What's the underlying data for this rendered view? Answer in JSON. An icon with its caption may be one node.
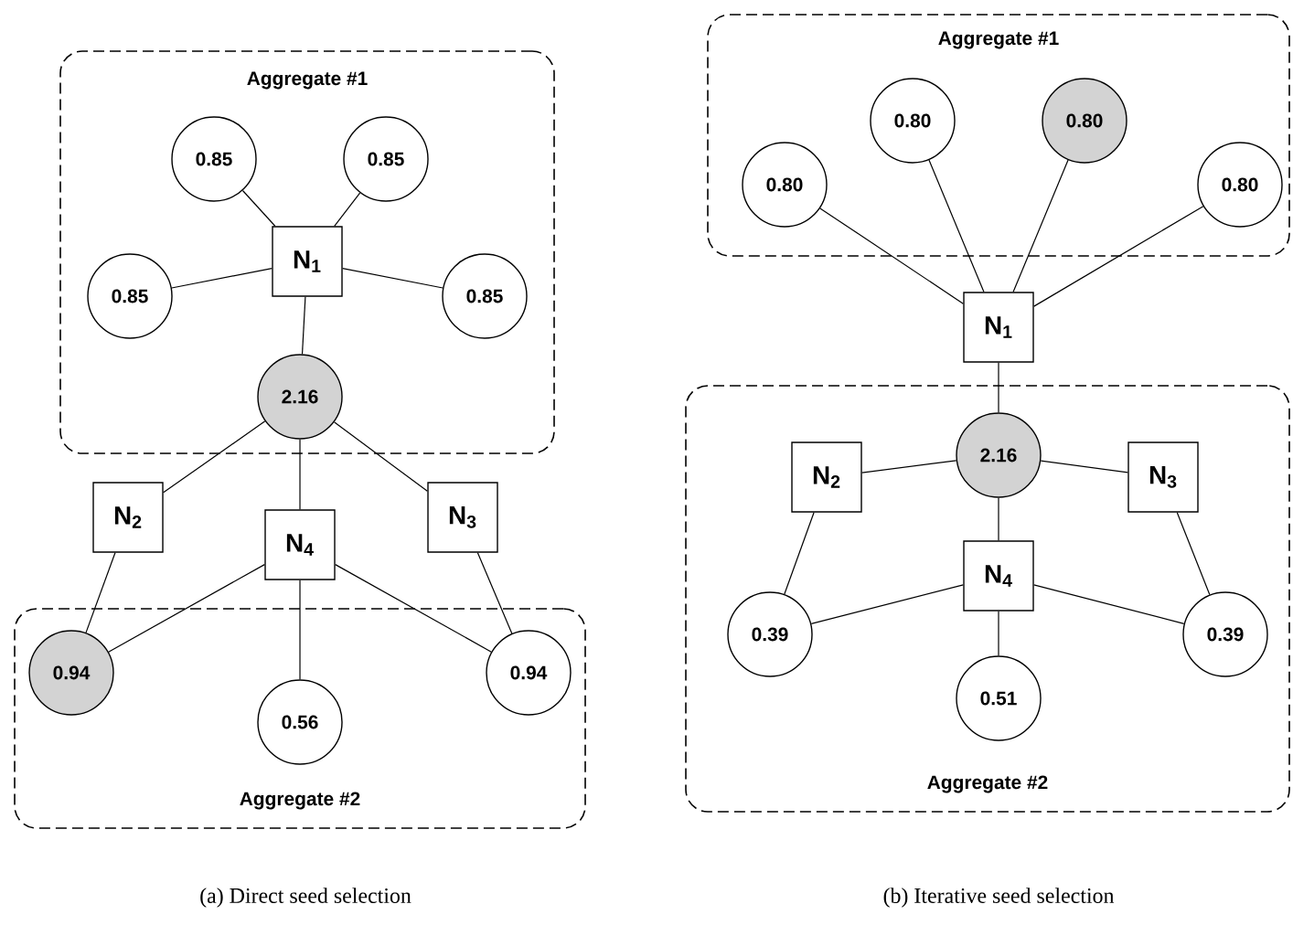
{
  "diagram": {
    "nodes": [
      {
        "text": [
          "Aggregate #1"
        ]
      },
      {
        "text": [
          "0.85"
        ],
        "in": 0
      },
      {
        "text": [
          "0.85"
        ],
        "in": 0
      },
      {
        "text": [
          "0.85"
        ],
        "in": 0
      },
      {
        "text": [
          "0.85"
        ],
        "in": 0
      },
      {
        "text": [
          "N$_{1}$"
        ],
        "in": 0
      },
      {
        "text": [
          "2.16"
        ],
        "in": 0
      },
      {
        "text": [
          "N$_{2}$"
        ]
      },
      {
        "text": [
          "N$_{4}$"
        ]
      },
      {
        "text": [
          "N$_{3}$"
        ]
      },
      {
        "text": [
          "Aggregate #2"
        ]
      },
      {
        "text": [
          "0.94"
        ],
        "in": 10
      },
      {
        "text": [
          "0.56"
        ],
        "in": 10
      },
      {
        "text": [
          "0.94"
        ],
        "in": 10
      },
      {
        "text": [
          "Aggregate #1"
        ]
      },
      {
        "text": [
          "0.80"
        ],
        "in": 14
      },
      {
        "text": [
          "0.80"
        ],
        "in": 14
      },
      {
        "text": [
          "0.80"
        ],
        "in": 14
      },
      {
        "text": [
          "0.80"
        ],
        "in": 14
      },
      {
        "text": [
          "N$_{1}$"
        ]
      },
      {
        "text": [
          "Aggregate #2"
        ]
      },
      {
        "text": [
          "N$_{2}$"
        ],
        "in": 20
      },
      {
        "text": [
          "2.16"
        ],
        "in": 20
      },
      {
        "text": [
          "N$_{3}$"
        ],
        "in": 20
      },
      {
        "text": [
          "N$_{4}$"
        ],
        "in": 20
      },
      {
        "text": [
          "0.39"
        ],
        "in": 20
      },
      {
        "text": [
          "0.51"
        ],
        "in": 20
      },
      {
        "text": [
          "0.39"
        ],
        "in": 20
      }
    ],
    "edges": [
      {
        "from": 5,
        "to": 1,
        "arrow": "none"
      },
      {
        "from": 5,
        "to": 2,
        "arrow": "none"
      },
      {
        "from": 5,
        "to": 3,
        "arrow": "none"
      },
      {
        "from": 5,
        "to": 4,
        "arrow": "none"
      },
      {
        "from": 5,
        "to": 6,
        "arrow": "none"
      },
      {
        "from": 6,
        "to": 7,
        "arrow": "none"
      },
      {
        "from": 6,
        "to": 8,
        "arrow": "none"
      },
      {
        "from": 6,
        "to": 9,
        "arrow": "none"
      },
      {
        "from": 7,
        "to": 11,
        "arrow": "none"
      },
      {
        "from": 8,
        "to": 11,
        "arrow": "none"
      },
      {
        "from": 8,
        "to": 12,
        "arrow": "none"
      },
      {
        "from": 8,
        "to": 13,
        "arrow": "none"
      },
      {
        "from": 9,
        "to": 13,
        "arrow": "none"
      },
      {
        "from": 19,
        "to": 15,
        "arrow": "none"
      },
      {
        "from": 19,
        "to": 16,
        "arrow": "none"
      },
      {
        "from": 19,
        "to": 17,
        "arrow": "none"
      },
      {
        "from": 19,
        "to": 18,
        "arrow": "none"
      },
      {
        "from": 19,
        "to": 22,
        "arrow": "none"
      },
      {
        "from": 22,
        "to": 21,
        "arrow": "none"
      },
      {
        "from": 22,
        "to": 23,
        "arrow": "none"
      },
      {
        "from": 22,
        "to": 24,
        "arrow": "none"
      },
      {
        "from": 21,
        "to": 25,
        "arrow": "none"
      },
      {
        "from": 24,
        "to": 25,
        "arrow": "none"
      },
      {
        "from": 24,
        "to": 26,
        "arrow": "none"
      },
      {
        "from": 24,
        "to": 27,
        "arrow": "none"
      },
      {
        "from": 23,
        "to": 27,
        "arrow": "none"
      }
    ],
    "labels": [
      "(a)  Direct seed selection",
      "(b)  Iterative seed selection"
    ]
  }
}
